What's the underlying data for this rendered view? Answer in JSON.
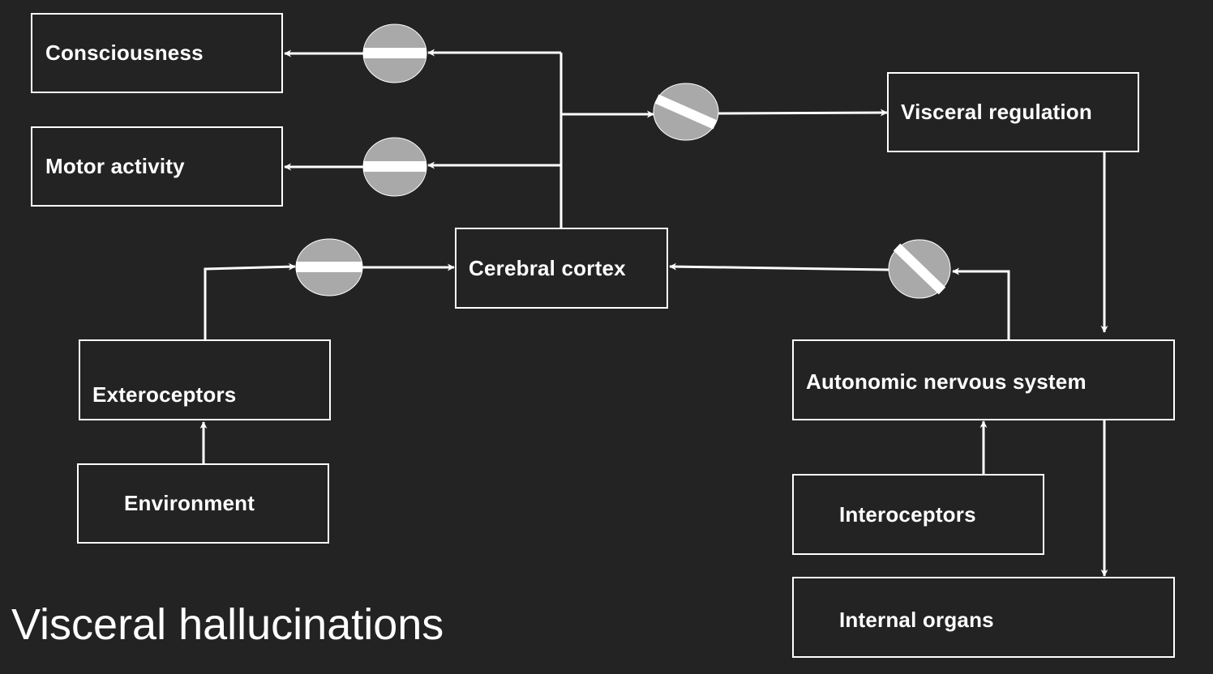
{
  "title": "Visceral hallucinations",
  "nodes": {
    "consciousness": "Consciousness",
    "motor_activity": "Motor activity",
    "cerebral_cortex": "Cerebral cortex",
    "visceral_regulation": "Visceral regulation",
    "exteroceptors": "Exteroceptors",
    "environment": "Environment",
    "autonomic_nervous_system": "Autonomic nervous system",
    "interoceptors": "Interoceptors",
    "internal_organs": "Internal organs"
  },
  "colors": {
    "background": "#232323",
    "line": "#ffffff",
    "gate": "#a9a9a9"
  }
}
